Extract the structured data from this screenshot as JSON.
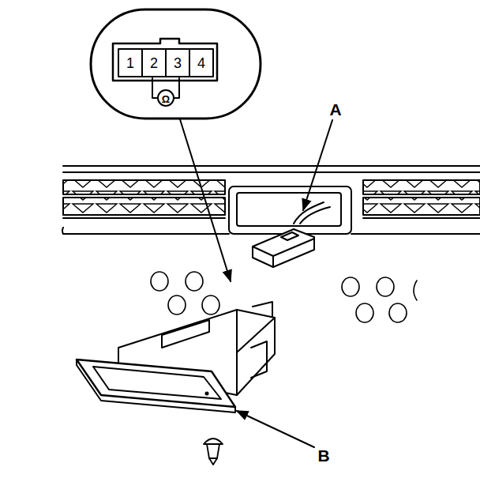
{
  "diagram": {
    "labels": [
      "1",
      "2",
      "3",
      "4",
      "Ω",
      "A",
      "B"
    ]
  }
}
